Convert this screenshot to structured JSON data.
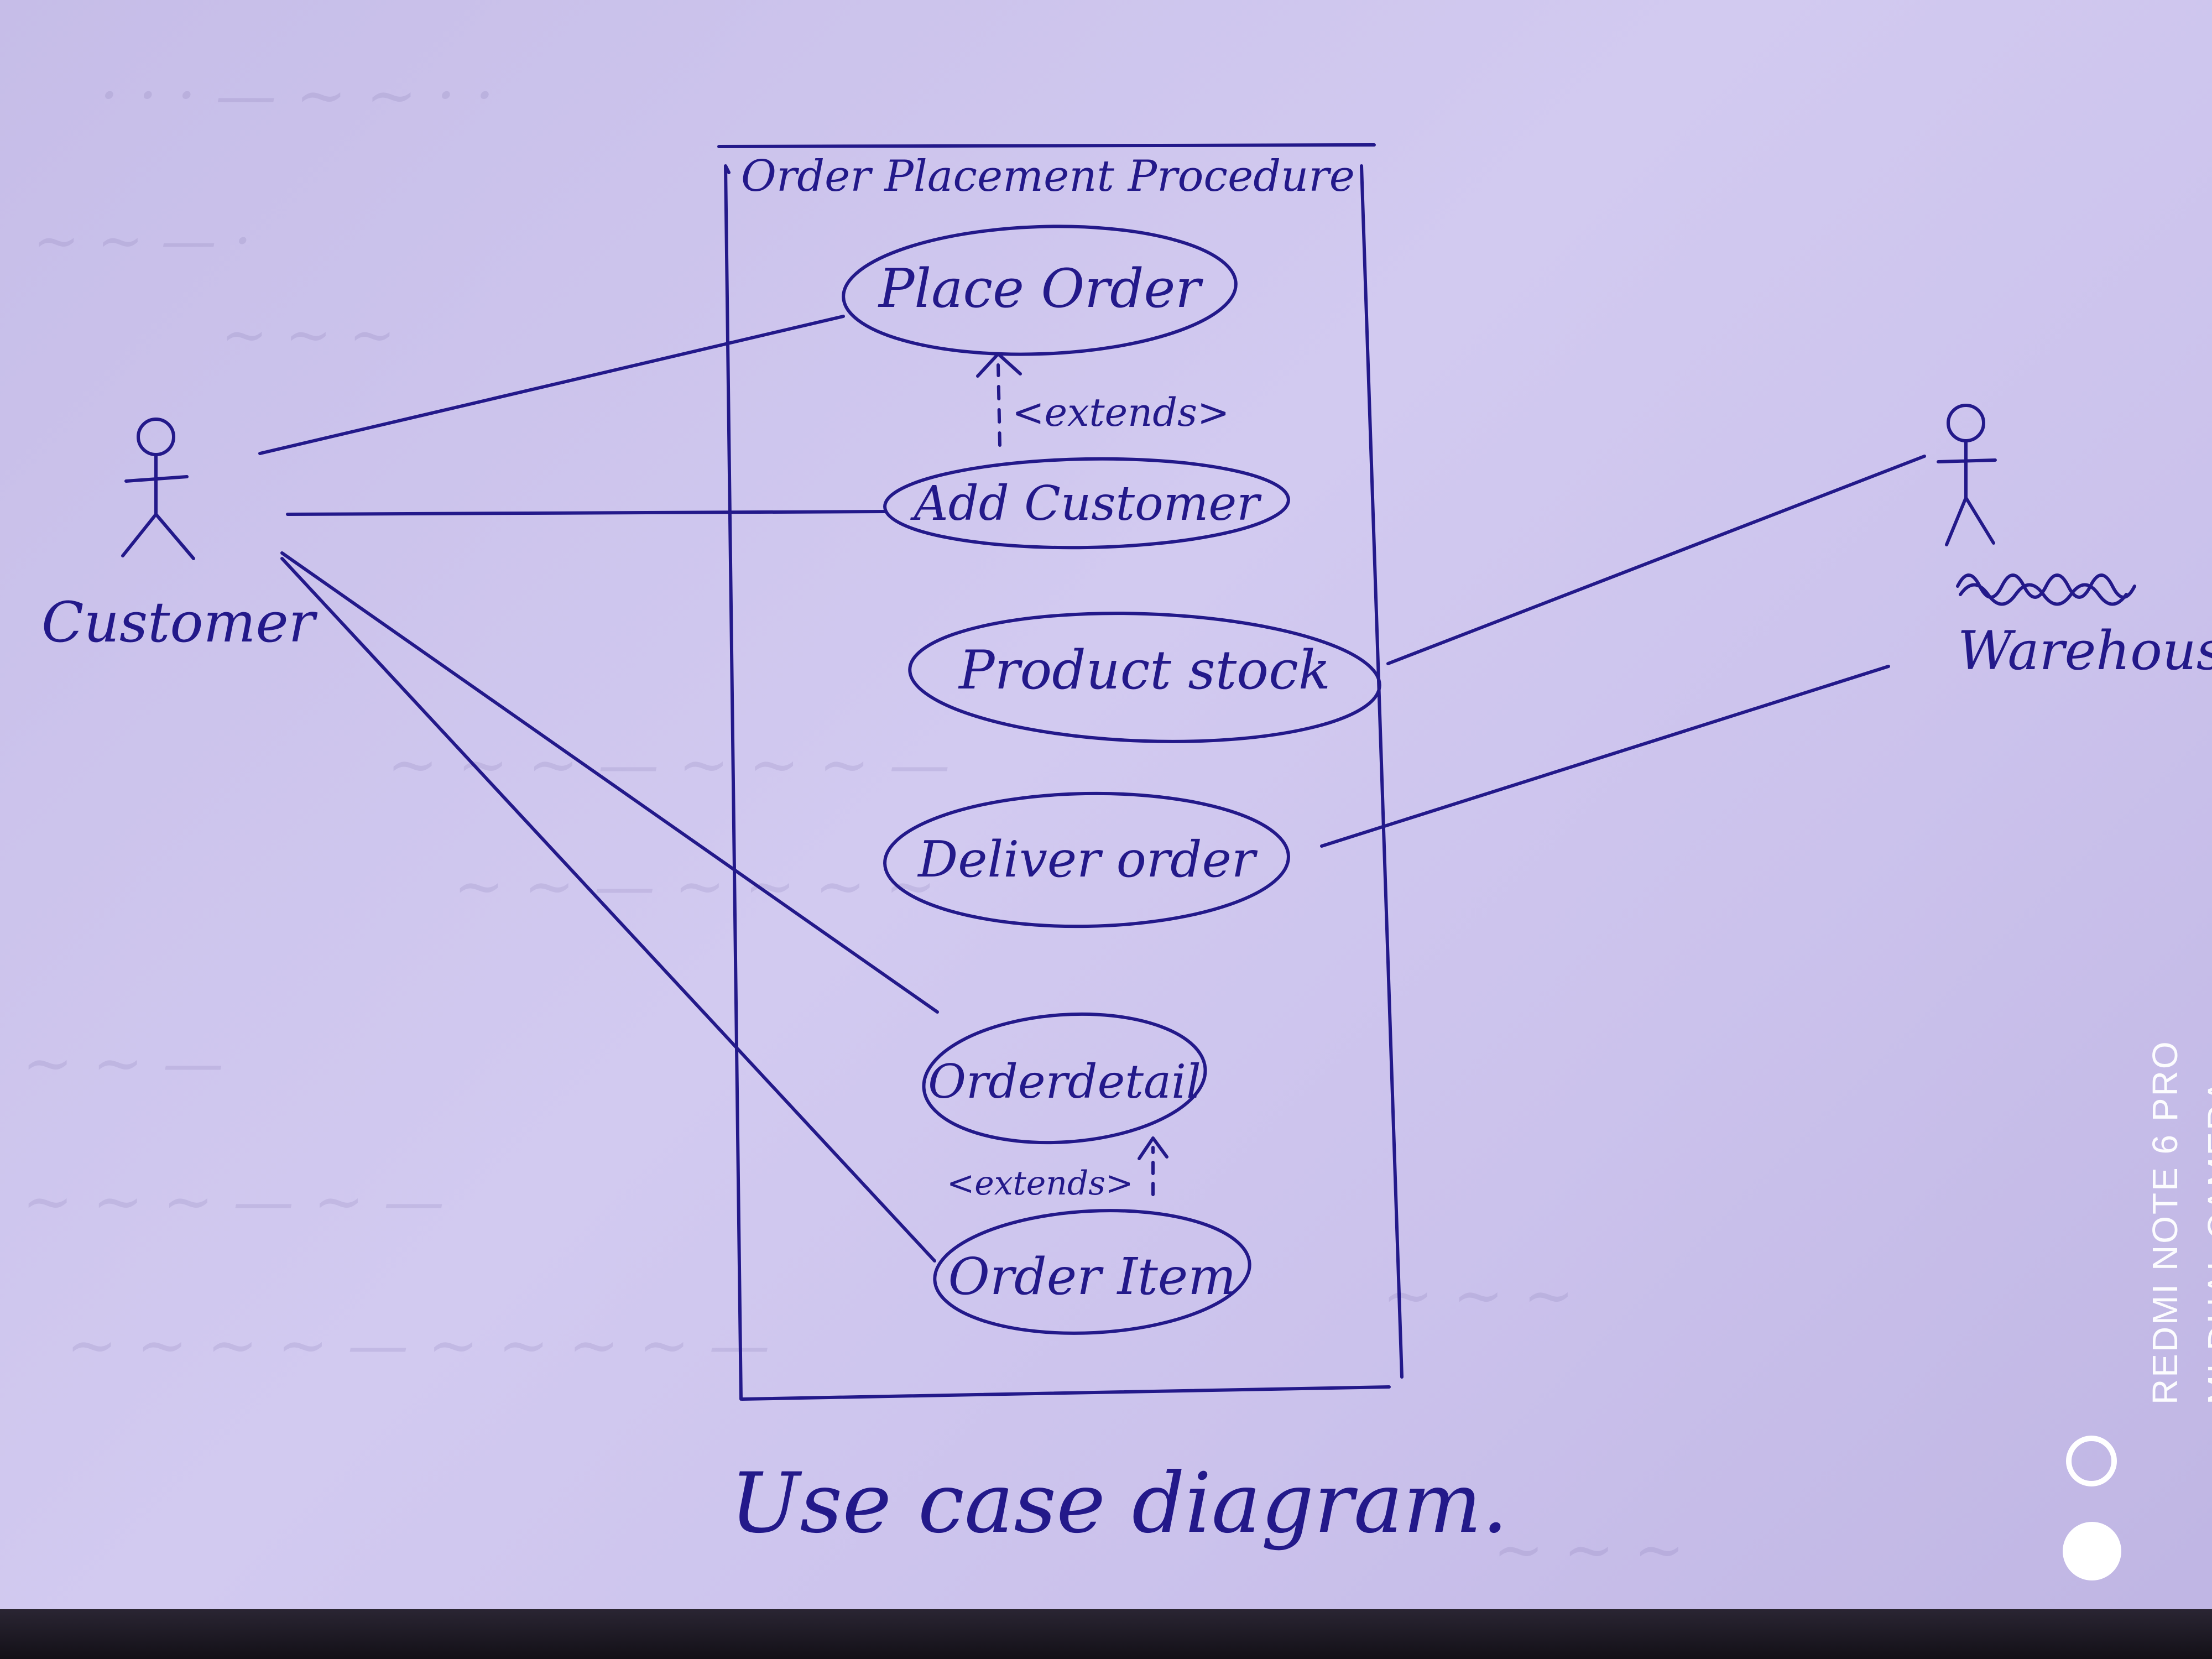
{
  "diagram": {
    "system_title": "Order Placement Procedure",
    "caption": "Use case diagram.",
    "actors": [
      {
        "id": "customer",
        "label": "Customer"
      },
      {
        "id": "warehouse",
        "label": "Warehouse"
      }
    ],
    "use_cases": [
      {
        "id": "place_order",
        "label": "Place Order"
      },
      {
        "id": "add_customer",
        "label": "Add Customer"
      },
      {
        "id": "product_stock",
        "label": "Product stock"
      },
      {
        "id": "deliver_order",
        "label": "Deliver order"
      },
      {
        "id": "order_detail",
        "label": "Orderdetail"
      },
      {
        "id": "order_item",
        "label": "Order Item"
      }
    ],
    "relationships": [
      {
        "type": "extends",
        "label": "<extends>",
        "from": "add_customer",
        "to": "place_order"
      },
      {
        "type": "extends",
        "label": "<extends>",
        "from": "order_item",
        "to": "order_detail"
      }
    ],
    "associations": [
      {
        "actor": "customer",
        "use_case": "place_order"
      },
      {
        "actor": "customer",
        "use_case": "add_customer"
      },
      {
        "actor": "customer",
        "use_case": "order_detail"
      },
      {
        "actor": "customer",
        "use_case": "order_item"
      },
      {
        "actor": "warehouse",
        "use_case": "product_stock"
      },
      {
        "actor": "warehouse",
        "use_case": "deliver_order"
      }
    ],
    "ink_color": "#23198a",
    "paper_color": "#cfc7ee"
  },
  "watermark": {
    "line1": "REDMI NOTE 6 PRO",
    "line2": "MI DUAL CAMERA"
  }
}
